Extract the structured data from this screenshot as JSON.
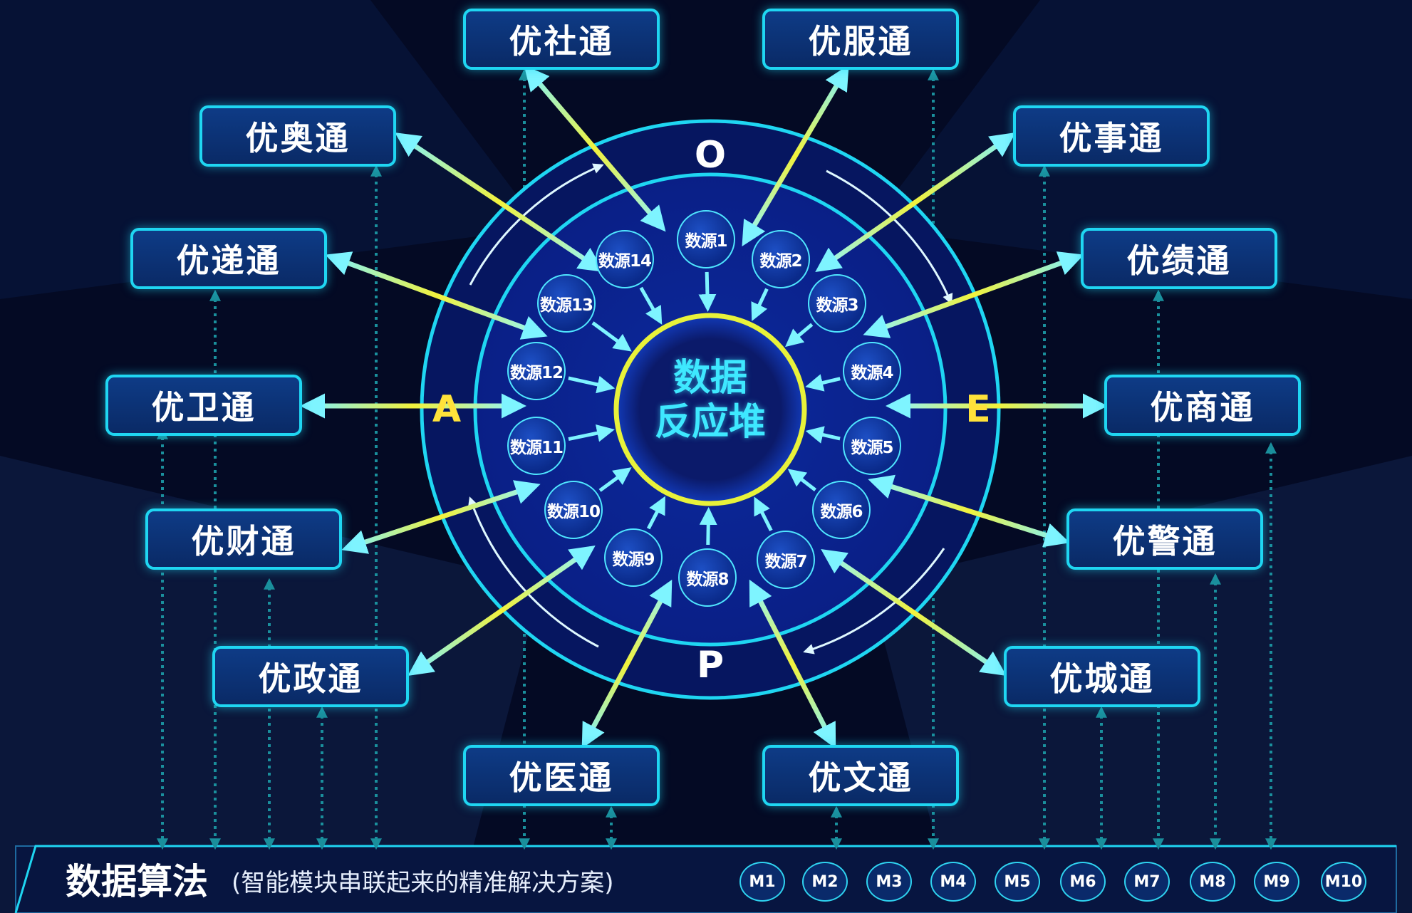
{
  "core": {
    "line1": "数据",
    "line2": "反应堆"
  },
  "ring_letters": {
    "top": "O",
    "left": "A",
    "right": "E",
    "bottom": "P"
  },
  "data_sources": [
    "数源1",
    "数源2",
    "数源3",
    "数源4",
    "数源5",
    "数源6",
    "数源7",
    "数源8",
    "数源9",
    "数源10",
    "数源11",
    "数源12",
    "数源13",
    "数源14"
  ],
  "apps": {
    "she": "优社通",
    "fu": "优服通",
    "ao": "优奥通",
    "shi": "优事通",
    "di": "优递通",
    "ji": "优绩通",
    "wei": "优卫通",
    "shang": "优商通",
    "cai": "优财通",
    "jing": "优警通",
    "zheng": "优政通",
    "cheng": "优城通",
    "yi": "优医通",
    "wen": "优文通"
  },
  "bottom": {
    "title": "数据算法",
    "subtitle": "(智能模块串联起来的精准解决方案)"
  },
  "modules": [
    "M1",
    "M2",
    "M3",
    "M4",
    "M5",
    "M6",
    "M7",
    "M8",
    "M9",
    "M10"
  ],
  "colors": {
    "background": "#040a24",
    "accent_cyan": "#1fd6f2",
    "core_yellow": "#e8f23a",
    "box_fill": "#0e3b86",
    "ring_fill": "#0a1f8a"
  }
}
